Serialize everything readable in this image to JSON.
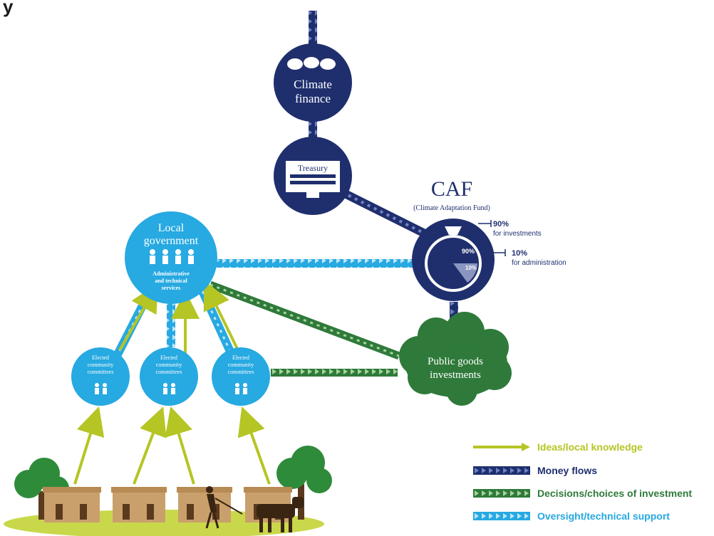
{
  "header_fragment": "y",
  "nodes": {
    "climate_finance": {
      "line1": "Climate",
      "line2": "finance"
    },
    "treasury": {
      "label": "Treasury"
    },
    "caf": {
      "title": "CAF",
      "subtitle": "(Climate Adaptation Fund)",
      "investments_pct": "90%",
      "investments_label": "for investments",
      "admin_pct": "10%",
      "admin_label": "for administration",
      "pie_big_label": "90%",
      "pie_small_label": "10%",
      "split": [
        90,
        10
      ]
    },
    "local_government": {
      "line1": "Local",
      "line2": "government",
      "sub1": "Administrative",
      "sub2": "and technical",
      "sub3": "services"
    },
    "public_goods": {
      "line1": "Public goods",
      "line2": "investments"
    },
    "committees": [
      {
        "line1": "Elected",
        "line2": "community",
        "line3": "committees"
      },
      {
        "line1": "Elected",
        "line2": "community",
        "line3": "committees"
      },
      {
        "line1": "Elected",
        "line2": "community",
        "line3": "committees"
      }
    ]
  },
  "legend": {
    "ideas": "Ideas/local knowledge",
    "money": "Money flows",
    "decisions": "Decisions/choices of investment",
    "oversight": "Oversight/technical support"
  },
  "colors": {
    "navy": "#1f2f6e",
    "light_blue": "#27a9e1",
    "green": "#2f7a3a",
    "lime": "#b5c524",
    "ground": "#c9d84b",
    "hut": "#c9a06c",
    "tree": "#2e8b3a"
  }
}
